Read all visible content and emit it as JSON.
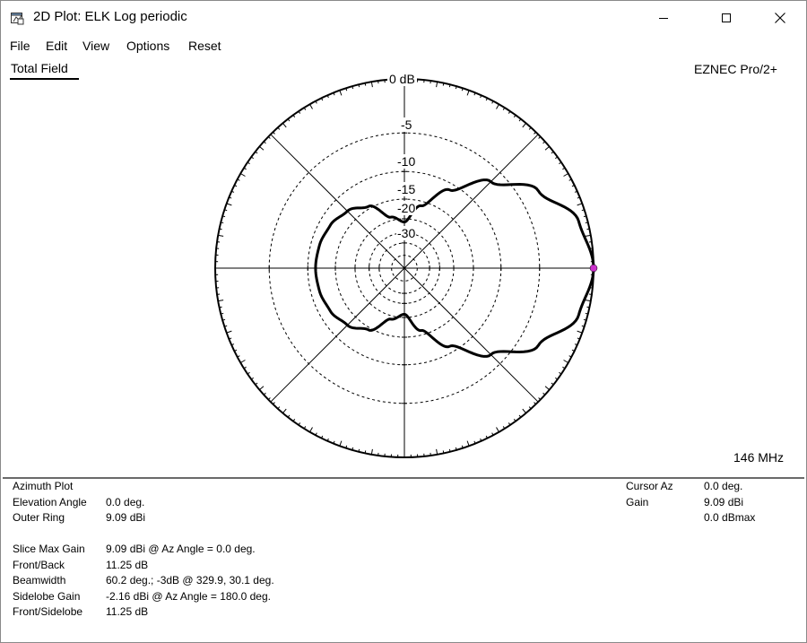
{
  "window": {
    "title": "2D Plot: ELK Log periodic",
    "icons": {
      "app": "plot-window-icon",
      "minimize": "minimize-icon",
      "maximize": "maximize-icon",
      "close": "close-icon"
    }
  },
  "menu": {
    "items": [
      "File",
      "Edit",
      "View",
      "Options",
      "Reset"
    ]
  },
  "plot": {
    "field_label": "Total Field",
    "program_label": "EZNEC Pro/2+",
    "frequency": "146 MHz",
    "ring_labels": [
      "0 dB",
      "-5",
      "-10",
      "-15",
      "-20",
      "-30"
    ],
    "cursor_color": "#cc33cc"
  },
  "chart_data": {
    "type": "polar",
    "scale": "log",
    "angle_unit": "deg",
    "max_gain_dbi": 9.09,
    "rings_db": [
      0,
      -5,
      -10,
      -15,
      -20,
      -25,
      -30,
      -40
    ],
    "series": [
      {
        "angle": [
          0,
          15,
          30,
          45,
          60,
          75,
          90,
          105,
          120,
          135,
          150,
          165,
          180,
          195,
          210,
          225,
          240,
          255,
          270,
          285,
          300,
          315,
          330,
          345
        ],
        "gain_db": [
          0,
          -0.7,
          -3,
          -6.5,
          -11,
          -16,
          -21,
          -19,
          -14.5,
          -12.7,
          -11.8,
          -11.4,
          -11.25,
          -11.4,
          -11.8,
          -12.7,
          -14.5,
          -19,
          -21,
          -16,
          -11,
          -6.5,
          -3,
          -0.7
        ]
      }
    ]
  },
  "info": {
    "left_labels": [
      "Azimuth Plot",
      "Elevation Angle",
      "Outer Ring",
      "",
      "Slice Max Gain",
      "Front/Back",
      "Beamwidth",
      "Sidelobe Gain",
      "Front/Sidelobe"
    ],
    "left_values": [
      "",
      "0.0 deg.",
      "9.09 dBi",
      "",
      "9.09 dBi @ Az Angle = 0.0 deg.",
      "11.25 dB",
      "60.2 deg.; -3dB @ 329.9, 30.1 deg.",
      "-2.16 dBi @ Az Angle = 180.0 deg.",
      "11.25 dB"
    ],
    "right_labels": [
      "Cursor Az",
      "Gain",
      ""
    ],
    "right_values": [
      "0.0 deg.",
      "9.09 dBi",
      "0.0 dBmax"
    ]
  }
}
